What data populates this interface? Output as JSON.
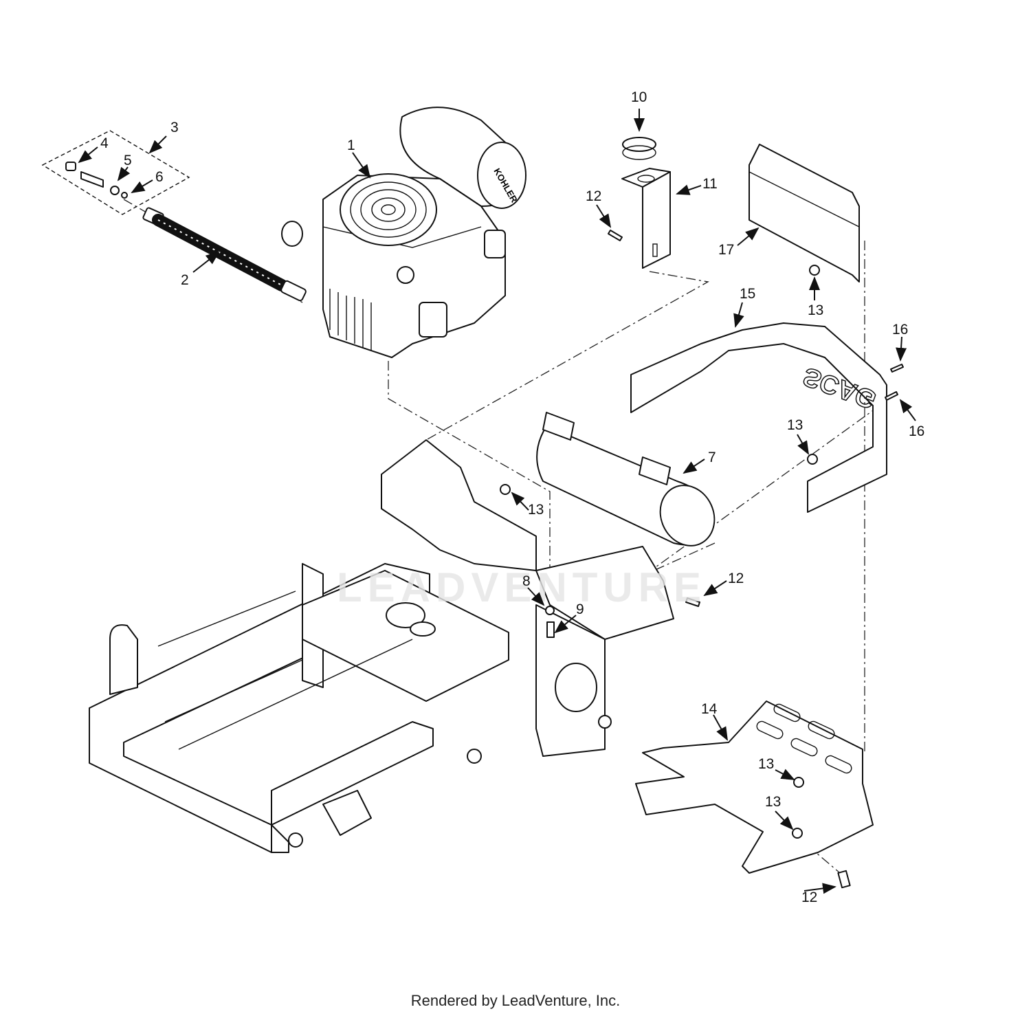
{
  "diagram": {
    "callouts": [
      {
        "id": "c1",
        "label": "1"
      },
      {
        "id": "c2",
        "label": "2"
      },
      {
        "id": "c3",
        "label": "3"
      },
      {
        "id": "c4",
        "label": "4"
      },
      {
        "id": "c5",
        "label": "5"
      },
      {
        "id": "c6",
        "label": "6"
      },
      {
        "id": "c7",
        "label": "7"
      },
      {
        "id": "c8",
        "label": "8"
      },
      {
        "id": "c9",
        "label": "9"
      },
      {
        "id": "c10",
        "label": "10"
      },
      {
        "id": "c11",
        "label": "11"
      },
      {
        "id": "c12a",
        "label": "12"
      },
      {
        "id": "c12b",
        "label": "12"
      },
      {
        "id": "c12c",
        "label": "12"
      },
      {
        "id": "c13a",
        "label": "13"
      },
      {
        "id": "c13b",
        "label": "13"
      },
      {
        "id": "c13c",
        "label": "13"
      },
      {
        "id": "c13d",
        "label": "13"
      },
      {
        "id": "c13e",
        "label": "13"
      },
      {
        "id": "c14",
        "label": "14"
      },
      {
        "id": "c15",
        "label": "15"
      },
      {
        "id": "c16a",
        "label": "16"
      },
      {
        "id": "c16b",
        "label": "16"
      },
      {
        "id": "c17",
        "label": "17"
      }
    ],
    "brand_marks": {
      "engine_logo": "KOHLER",
      "guard_logo": "SCAG",
      "watermark": "LEADVENTURE"
    }
  },
  "footer": {
    "text": "Rendered by LeadVenture, Inc."
  }
}
